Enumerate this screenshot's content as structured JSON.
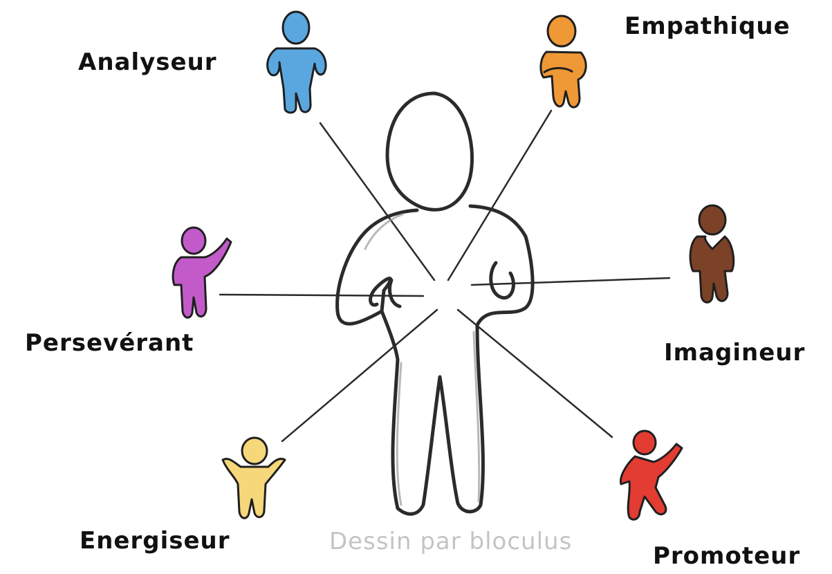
{
  "types": [
    {
      "key": "analyseur",
      "label": "Analyseur",
      "color": "#5aa7df"
    },
    {
      "key": "empathique",
      "label": "Empathique",
      "color": "#ef9836"
    },
    {
      "key": "perseverant",
      "label": "Persevérant",
      "color": "#c25bc9"
    },
    {
      "key": "imagineur",
      "label": "Imagineur",
      "color": "#7b4228"
    },
    {
      "key": "energiseur",
      "label": "Energiseur",
      "color": "#f6d77a"
    },
    {
      "key": "promoteur",
      "label": "Promoteur",
      "color": "#e23c33"
    }
  ],
  "credit": "Dessin par bloculus"
}
